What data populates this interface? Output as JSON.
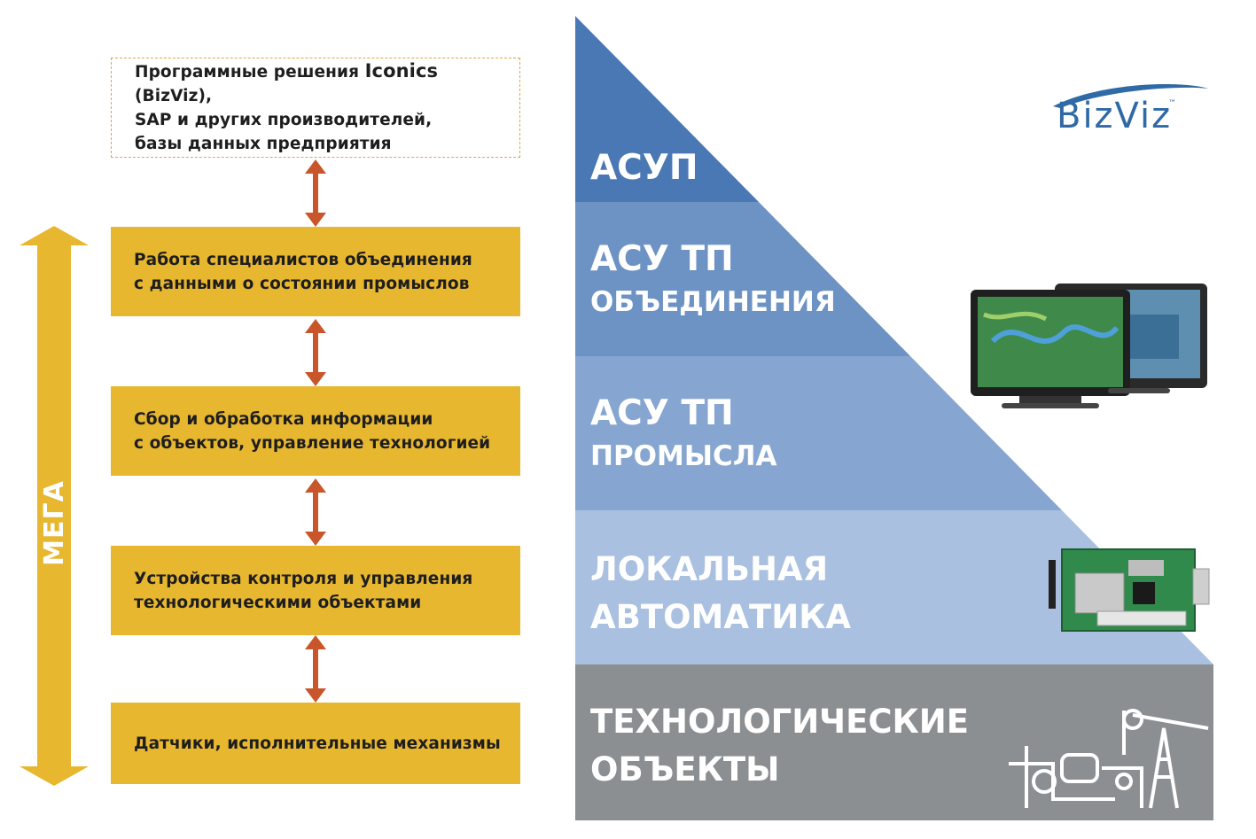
{
  "steps": [
    {
      "pre": "Программные решения ",
      "brand": "Iconics",
      "post": " (BizViz),\nSAP и других производителей,\nбазы данных предприятия"
    },
    {
      "text": "Работа специалистов объединения\nс данными о состоянии промыслов"
    },
    {
      "text": "Сбор и обработка информации\nс объектов, управление технологией"
    },
    {
      "text": "Устройства контроля и управления\nтехнологическими объектами"
    },
    {
      "text": "Датчики, исполнительные механизмы"
    }
  ],
  "mega_label": "МЕГА",
  "pyramid": {
    "levels": [
      {
        "title": "АСУП",
        "color": "#4a78b5"
      },
      {
        "title": "АСУ ТП",
        "subtitle": "ОБЪЕДИНЕНИЯ",
        "color": "#6d92c4"
      },
      {
        "title": "АСУ ТП",
        "subtitle": "ПРОМЫСЛА",
        "color": "#86a6d1"
      },
      {
        "title": "ЛОКАЛЬНАЯ\nАВТОМАТИКА",
        "color": "#a9c0e0"
      },
      {
        "title": "ТЕХНОЛОГИЧЕСКИЕ\nОБЪЕКТЫ",
        "color": "#8c8f92"
      }
    ]
  },
  "logo": {
    "text": "BizViz",
    "tm": "™"
  },
  "colors": {
    "box_yellow": "#e8b730",
    "arrow": "#c8562a",
    "mega_arrow": "#e8b730"
  }
}
